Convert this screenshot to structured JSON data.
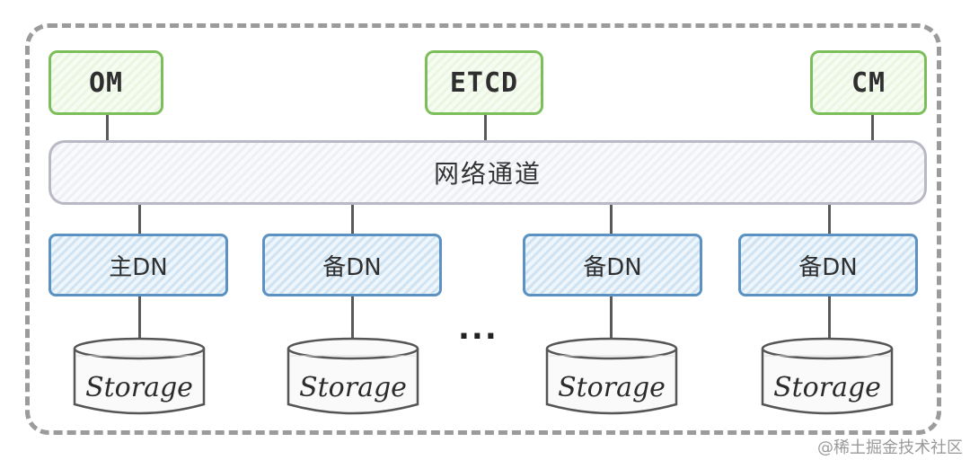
{
  "top_nodes": [
    {
      "label": "OM"
    },
    {
      "label": "ETCD"
    },
    {
      "label": "CM"
    }
  ],
  "bus": {
    "label": "网络通道"
  },
  "dn_nodes": [
    {
      "label": "主DN"
    },
    {
      "label": "备DN"
    },
    {
      "label": "备DN"
    },
    {
      "label": "备DN"
    }
  ],
  "ellipsis": "...",
  "storage": [
    {
      "label": "Storage"
    },
    {
      "label": "Storage"
    },
    {
      "label": "Storage"
    },
    {
      "label": "Storage"
    }
  ],
  "watermark": "@稀土掘金技术社区",
  "colors": {
    "green_border": "#7cbf5a",
    "blue_border": "#5b92c2",
    "bus_border": "#b9b9c6",
    "frame_border": "#9b9b9b"
  }
}
